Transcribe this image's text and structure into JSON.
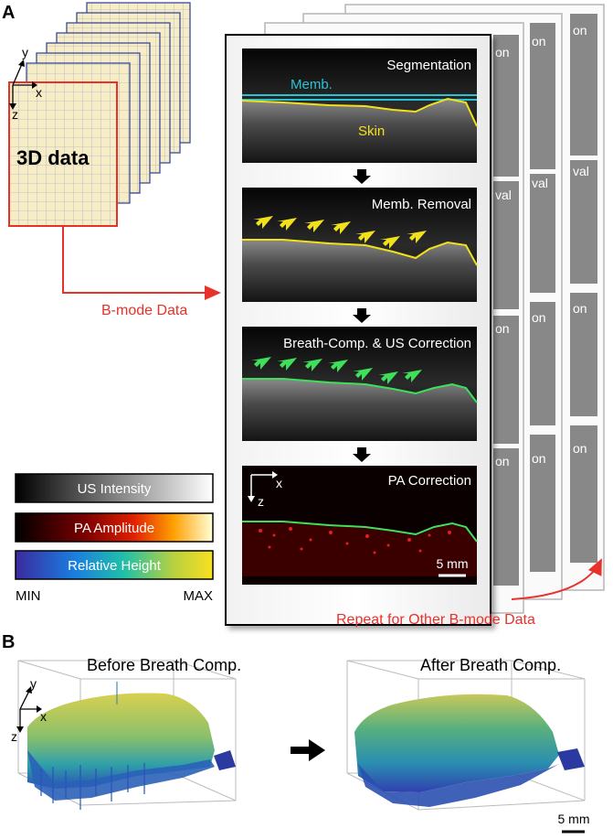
{
  "panel_a": {
    "label": "A",
    "stack": {
      "title": "3D data",
      "axis_y": "y",
      "axis_x": "x",
      "axis_z": "z"
    },
    "bmode_label": "B-mode Data",
    "steps": [
      {
        "title": "Segmentation",
        "memb_label": "Memb.",
        "skin_label": "Skin"
      },
      {
        "title": "Memb. Removal"
      },
      {
        "title": "Breath-Comp. & US Correction"
      },
      {
        "title": "PA Correction",
        "axis_x": "x",
        "axis_z": "z",
        "scale_label": "5 mm"
      }
    ],
    "ghost_labels": [
      "on",
      "on",
      "on",
      "val",
      "val",
      "val",
      "on",
      "on",
      "on",
      "on",
      "on",
      "on"
    ],
    "repeat_label": "Repeat for Other B-mode Data",
    "colorbars": [
      {
        "label": "US Intensity"
      },
      {
        "label": "PA Amplitude"
      },
      {
        "label": "Relative Height"
      }
    ],
    "colorbar_min": "MIN",
    "colorbar_max": "MAX"
  },
  "panel_b": {
    "label": "B",
    "before_title": "Before Breath Comp.",
    "after_title": "After Breath Comp.",
    "axis_y": "y",
    "axis_x": "x",
    "axis_z": "z",
    "scale_label": "5 mm"
  },
  "colors": {
    "red": "#e8312a",
    "cyan": "#29c3d6",
    "yellow": "#f2e11a",
    "green": "#3ee05a",
    "grid_fill": "#f6ecc6"
  }
}
